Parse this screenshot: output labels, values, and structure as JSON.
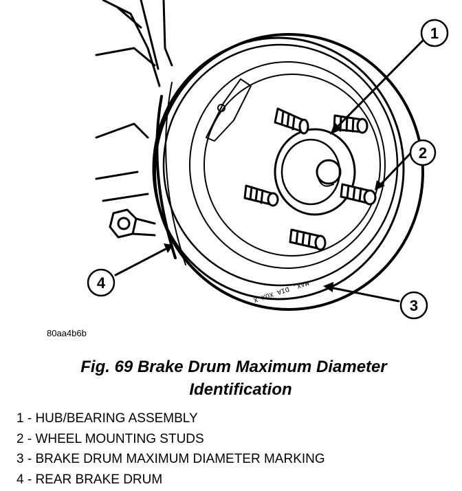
{
  "figure": {
    "callouts": [
      {
        "num": "1"
      },
      {
        "num": "2"
      },
      {
        "num": "3"
      },
      {
        "num": "4"
      }
    ],
    "drum_marking": "MAX. DIA XOX.X",
    "ref_code": "80aa4b6b"
  },
  "caption": {
    "line1": "Fig. 69 Brake Drum Maximum Diameter",
    "line2": "Identification"
  },
  "legend": [
    "1 - HUB/BEARING ASSEMBLY",
    "2 - WHEEL MOUNTING STUDS",
    "3 - BRAKE DRUM MAXIMUM DIAMETER MARKING",
    "4 - REAR BRAKE DRUM"
  ]
}
